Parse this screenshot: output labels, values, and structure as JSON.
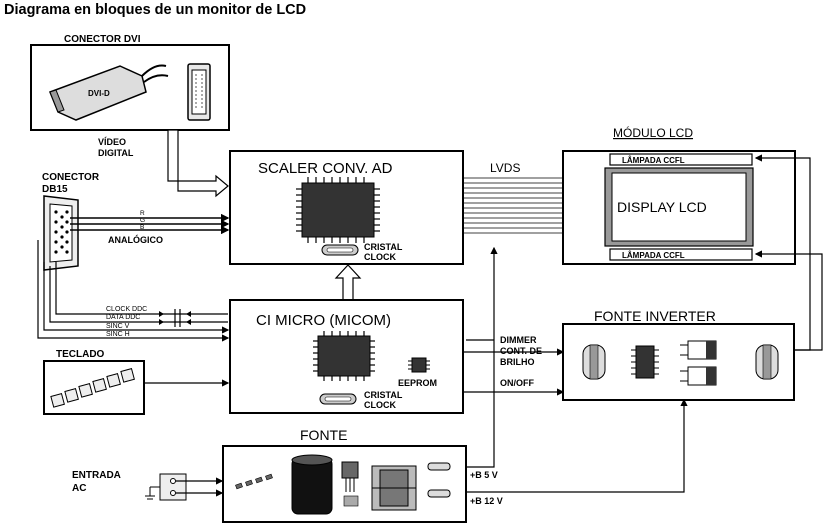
{
  "title": "Diagrama en bloques de un monitor de LCD",
  "dvi": {
    "header": "CONECTOR DVI",
    "plug": "DVI-D",
    "video_digital_1": "VÍDEO",
    "video_digital_2": "DIGITAL"
  },
  "db15": {
    "header_1": "CONECTOR",
    "header_2": "DB15",
    "r": "R",
    "g": "G",
    "b": "B",
    "analog": "ANALÓGICO"
  },
  "scaler": {
    "title": "SCALER CONV. AD",
    "crystal_1": "CRISTAL",
    "crystal_2": "CLOCK"
  },
  "lvds": "LVDS",
  "lcd_module": {
    "title": "MÓDULO LCD",
    "lamp_top": "LÂMPADA CCFL",
    "display": "DISPLAY LCD",
    "lamp_bottom": "LÂMPADA CCFL"
  },
  "signals": {
    "clock_ddc": "CLOCK DDC",
    "data_ddc": "DATA DDC",
    "sinc_v": "SINC V",
    "sinc_h": "SINC H"
  },
  "keyboard": {
    "label": "TECLADO"
  },
  "micro": {
    "title": "CI MICRO (MICOM)",
    "eeprom": "EEPROM",
    "crystal_1": "CRISTAL",
    "crystal_2": "CLOCK"
  },
  "control": {
    "dimmer_1": "DIMMER",
    "dimmer_2": "CONT. DE",
    "dimmer_3": "BRILHO",
    "onoff": "ON/OFF"
  },
  "inverter": {
    "title": "FONTE INVERTER"
  },
  "power": {
    "title": "FONTE",
    "input_1": "ENTRADA",
    "input_2": "AC",
    "rail_5v": "+B 5 V",
    "rail_12v": "+B 12 V"
  }
}
